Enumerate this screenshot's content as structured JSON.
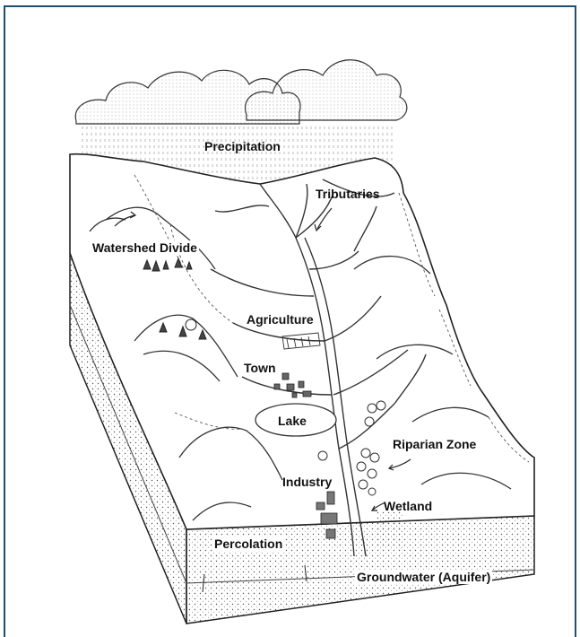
{
  "colors": {
    "frame": "#1f4e6e",
    "ink": "#222222",
    "paper": "#ffffff"
  },
  "labels": {
    "precipitation": "Precipitation",
    "tributaries": "Tributaries",
    "watershed_divide": "Watershed Divide",
    "agriculture": "Agriculture",
    "town": "Town",
    "lake": "Lake",
    "riparian_zone": "Riparian Zone",
    "industry": "Industry",
    "wetland": "Wetland",
    "percolation": "Percolation",
    "groundwater": "Groundwater (Aquifer)"
  }
}
